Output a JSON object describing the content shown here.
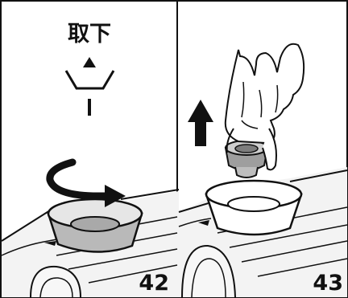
{
  "panels": [
    {
      "caption": "取下",
      "step": "42"
    },
    {
      "caption": "",
      "step": "43"
    }
  ],
  "icons": {
    "panel_1": [
      "remove-symbol-icon",
      "rotate-arrow-icon",
      "filter-holder-icon"
    ],
    "panel_2": [
      "up-arrow-icon",
      "hand-icon",
      "filter-cap-icon",
      "filter-holder-icon"
    ]
  }
}
